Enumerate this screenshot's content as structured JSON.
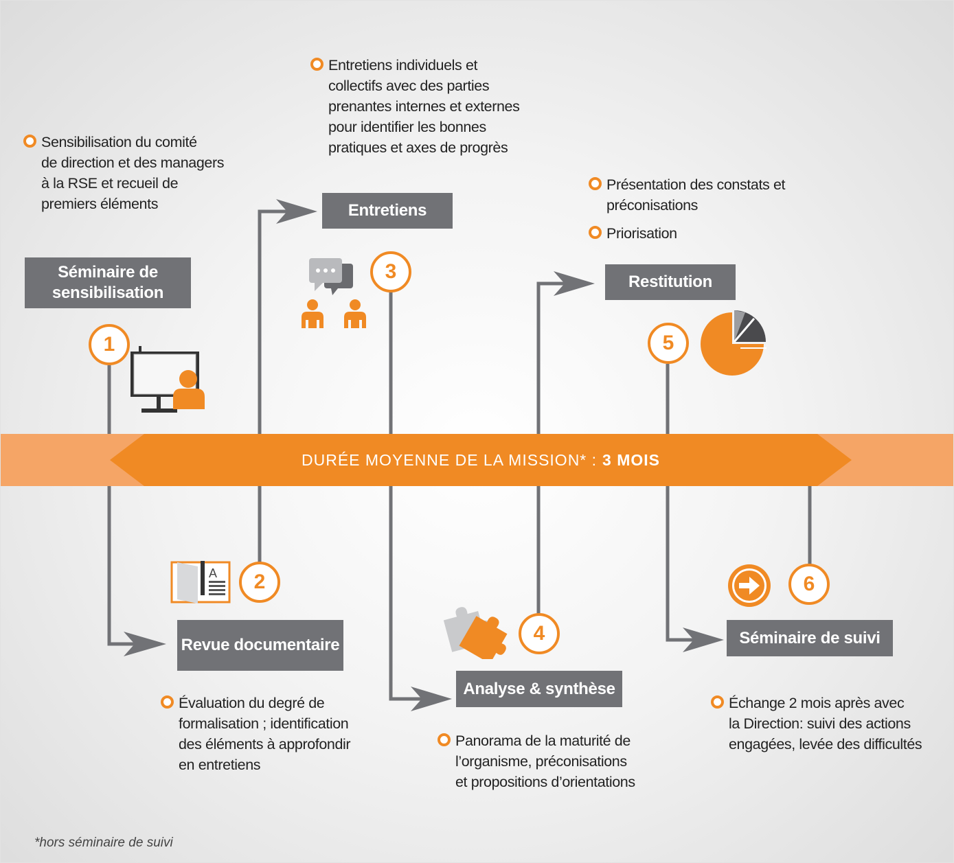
{
  "banner": {
    "label": "DURÉE MOYENNE DE LA MISSION* :",
    "duration": "3 MOIS",
    "colors": {
      "band": "#f5a566",
      "arrow": "#f08a24"
    }
  },
  "colors": {
    "accent": "#f08a24",
    "box": "#717276",
    "connector": "#717276"
  },
  "steps": [
    {
      "number": "1",
      "title_line1": "Séminaire de sensibilisation",
      "icon": "presentation-board-icon",
      "description_lines": [
        "Sensibilisation du comité",
        "de direction et des managers",
        "à la RSE et recueil de",
        "premiers éléments"
      ]
    },
    {
      "number": "2",
      "title_line1": "Revue documentaire",
      "icon": "document-book-icon",
      "description_lines": [
        "Évaluation du degré de",
        "formalisation ; identification",
        "des éléments à approfondir",
        "en entretiens"
      ]
    },
    {
      "number": "3",
      "title": "Entretiens",
      "icon": "chat-people-icon",
      "description_lines": [
        "Entretiens individuels et",
        "collectifs avec des parties",
        "prenantes internes et externes",
        "pour identifier les bonnes",
        "pratiques et axes de progrès"
      ]
    },
    {
      "number": "4",
      "title": "Analyse & synthèse",
      "icon": "puzzle-pieces-icon",
      "description_lines": [
        "Panorama de la maturité de",
        "l’organisme, préconisations",
        "et propositions d’orientations"
      ]
    },
    {
      "number": "5",
      "title": "Restitution",
      "icon": "pie-chart-icon",
      "description_lines": [
        "Présentation des constats et",
        "préconisations",
        "Priorisation"
      ]
    },
    {
      "number": "6",
      "title": "Séminaire de suivi",
      "icon": "arrow-forward-icon",
      "description_lines": [
        "Échange 2 mois après avec",
        "la Direction: suivi des actions",
        "engagées, levée des difficultés"
      ]
    }
  ],
  "footnote": "*hors séminaire de suivi"
}
